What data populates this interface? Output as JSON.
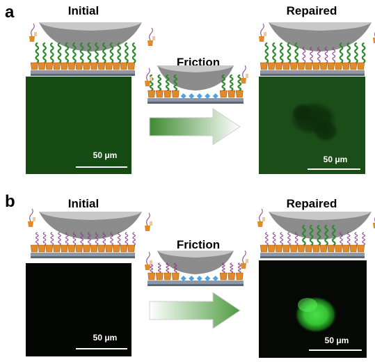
{
  "panels": [
    {
      "letter": "a",
      "left_caption": "Initial",
      "middle_caption": "Friction",
      "right_caption": "Repaired",
      "left_scale": "50 μm",
      "right_scale": "50 μm",
      "colors": {
        "left_image": "#174b14",
        "right_image": "#1b4d19",
        "defect": "#0c2a0a",
        "arrow_start": "#3e8a31",
        "arrow_end": "#ffffff"
      }
    },
    {
      "letter": "b",
      "left_caption": "Initial",
      "middle_caption": "Friction",
      "right_caption": "Repaired",
      "left_scale": "50 μm",
      "right_scale": "50 μm",
      "colors": {
        "left_image": "#040604",
        "right_image": "#050805",
        "spot": "#3bd43a",
        "arrow_start": "#ffffff",
        "arrow_end": "#4e9c40"
      }
    }
  ]
}
